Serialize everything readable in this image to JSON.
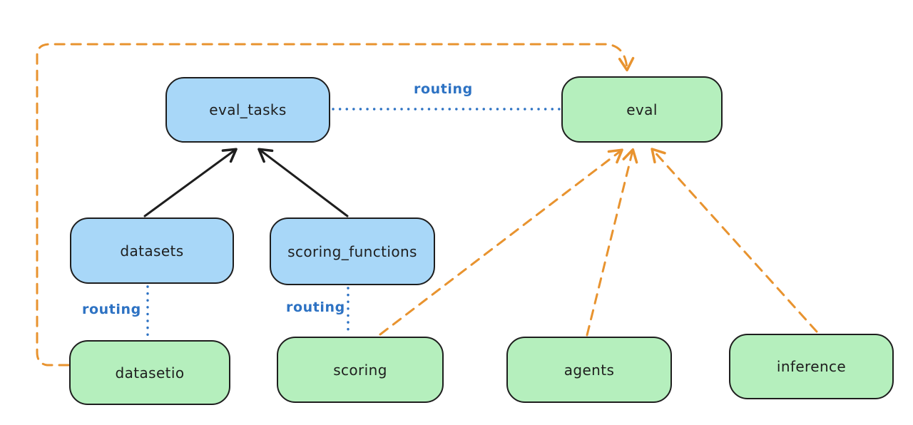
{
  "diagram": {
    "nodes": {
      "eval_tasks": {
        "label": "eval_tasks",
        "fill": "#a8d7f8"
      },
      "eval": {
        "label": "eval",
        "fill": "#b5efbd"
      },
      "datasets": {
        "label": "datasets",
        "fill": "#a8d7f8"
      },
      "scoring_functions": {
        "label": "scoring_functions",
        "fill": "#a8d7f8"
      },
      "datasetio": {
        "label": "datasetio",
        "fill": "#b5efbd"
      },
      "scoring": {
        "label": "scoring",
        "fill": "#b5efbd"
      },
      "agents": {
        "label": "agents",
        "fill": "#b5efbd"
      },
      "inference": {
        "label": "inference",
        "fill": "#b5efbd"
      }
    },
    "edges": {
      "datasets_to_eval_tasks": {
        "style": "solid",
        "color": "#1e1e1e",
        "arrow": true
      },
      "scoring_functions_to_eval_tasks": {
        "style": "solid",
        "color": "#1e1e1e",
        "arrow": true
      },
      "eval_tasks_to_eval": {
        "style": "dotted",
        "color": "#2d72c3",
        "label": "routing"
      },
      "datasets_to_datasetio": {
        "style": "dotted",
        "color": "#2d72c3",
        "label": "routing"
      },
      "scoring_functions_to_scoring": {
        "style": "dotted",
        "color": "#2d72c3",
        "label": "routing"
      },
      "datasetio_to_eval": {
        "style": "dashed",
        "color": "#e8932f",
        "arrow": true
      },
      "scoring_to_eval": {
        "style": "dashed",
        "color": "#e8932f",
        "arrow": true
      },
      "agents_to_eval": {
        "style": "dashed",
        "color": "#e8932f",
        "arrow": true
      },
      "inference_to_eval": {
        "style": "dashed",
        "color": "#e8932f",
        "arrow": true
      }
    },
    "edge_labels": {
      "eval_tasks_eval": "routing",
      "datasets_datasetio": "routing",
      "scoring_functions_scoring": "routing"
    },
    "colors": {
      "background": "#ffffff",
      "blue_node_fill": "#a8d7f8",
      "green_node_fill": "#b5efbd",
      "node_border": "#1e1e1e",
      "routing_blue": "#2d72c3",
      "dashed_orange": "#e8932f",
      "solid_black": "#1e1e1e"
    }
  }
}
